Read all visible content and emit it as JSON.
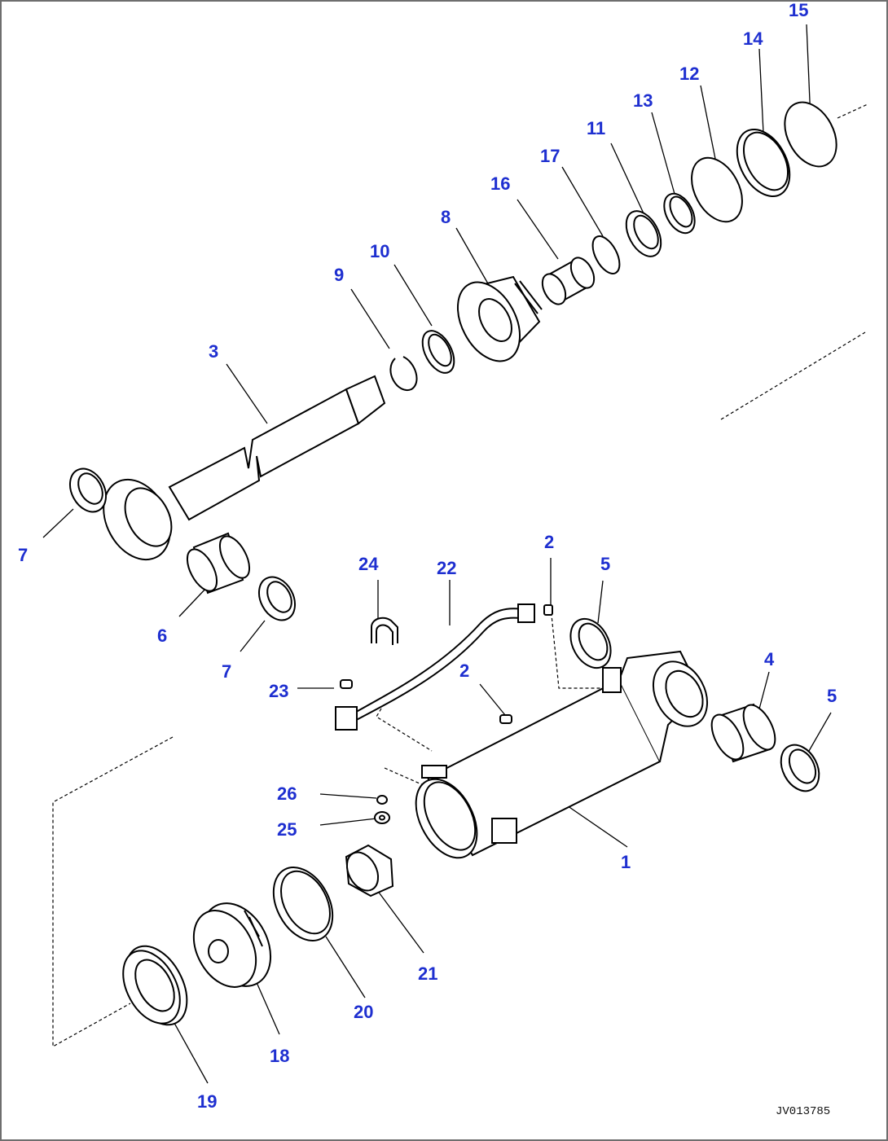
{
  "colors": {
    "callout": "#1e2fd0",
    "line": "#000000",
    "border": "#6e6e6e"
  },
  "drawing_code": "JV013785",
  "callouts": [
    {
      "id": "c15",
      "text": "15"
    },
    {
      "id": "c14",
      "text": "14"
    },
    {
      "id": "c12",
      "text": "12"
    },
    {
      "id": "c13",
      "text": "13"
    },
    {
      "id": "c11",
      "text": "11"
    },
    {
      "id": "c17",
      "text": "17"
    },
    {
      "id": "c16",
      "text": "16"
    },
    {
      "id": "c8",
      "text": "8"
    },
    {
      "id": "c10",
      "text": "10"
    },
    {
      "id": "c9",
      "text": "9"
    },
    {
      "id": "c3",
      "text": "3"
    },
    {
      "id": "c7a",
      "text": "7"
    },
    {
      "id": "c6",
      "text": "6"
    },
    {
      "id": "c7b",
      "text": "7"
    },
    {
      "id": "c24",
      "text": "24"
    },
    {
      "id": "c22",
      "text": "22"
    },
    {
      "id": "c2a",
      "text": "2"
    },
    {
      "id": "c5a",
      "text": "5"
    },
    {
      "id": "c23",
      "text": "23"
    },
    {
      "id": "c2b",
      "text": "2"
    },
    {
      "id": "c4",
      "text": "4"
    },
    {
      "id": "c5b",
      "text": "5"
    },
    {
      "id": "c26",
      "text": "26"
    },
    {
      "id": "c25",
      "text": "25"
    },
    {
      "id": "c1",
      "text": "1"
    },
    {
      "id": "c21",
      "text": "21"
    },
    {
      "id": "c20",
      "text": "20"
    },
    {
      "id": "c18",
      "text": "18"
    },
    {
      "id": "c19",
      "text": "19"
    }
  ]
}
